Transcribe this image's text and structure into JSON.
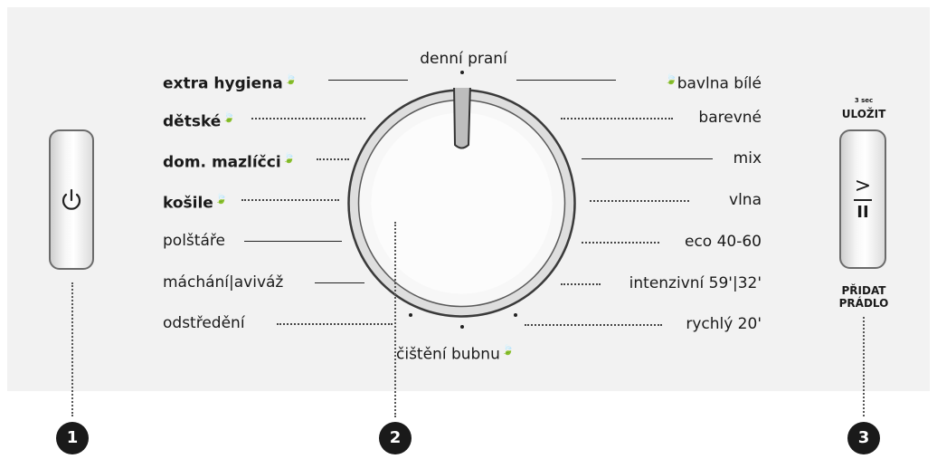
{
  "dial_labels": {
    "top": "denní praní",
    "bottom": "čištění bubnu",
    "left": [
      {
        "text": "extra hygiena",
        "bold": true,
        "leaf": true
      },
      {
        "text": "dětské",
        "bold": true,
        "leaf": true
      },
      {
        "text": "dom. mazlíčci",
        "bold": true,
        "leaf": true
      },
      {
        "text": "košile",
        "bold": true,
        "leaf": true
      },
      {
        "text": "polštáře",
        "bold": false
      },
      {
        "text": "máchání|aviváž",
        "bold": false
      },
      {
        "text": "odstředění",
        "bold": false
      }
    ],
    "right": [
      {
        "text": "bavlna bílé",
        "leaf": true
      },
      {
        "text": "barevné"
      },
      {
        "text": "mix"
      },
      {
        "text": "vlna"
      },
      {
        "text": "eco 40-60"
      },
      {
        "text": "intenzivní 59'|32'"
      },
      {
        "text": "rychlý 20'"
      }
    ]
  },
  "start_button": {
    "hold_hint": "3 sec",
    "hold_label": "ULOŽIT",
    "bottom_label_1": "PŘIDAT",
    "bottom_label_2": "PRÁDLO",
    "icon_top": ">",
    "icon_bottom": "II"
  },
  "callouts": [
    "1",
    "2",
    "3"
  ],
  "colors": {
    "panel": "#f2f2f2",
    "badge": "#1a1a1a",
    "button_border": "#6b6b6b"
  },
  "icons": {
    "power": "power-icon",
    "leaf": "leaf-icon",
    "start_pause": "start-pause-icon"
  }
}
